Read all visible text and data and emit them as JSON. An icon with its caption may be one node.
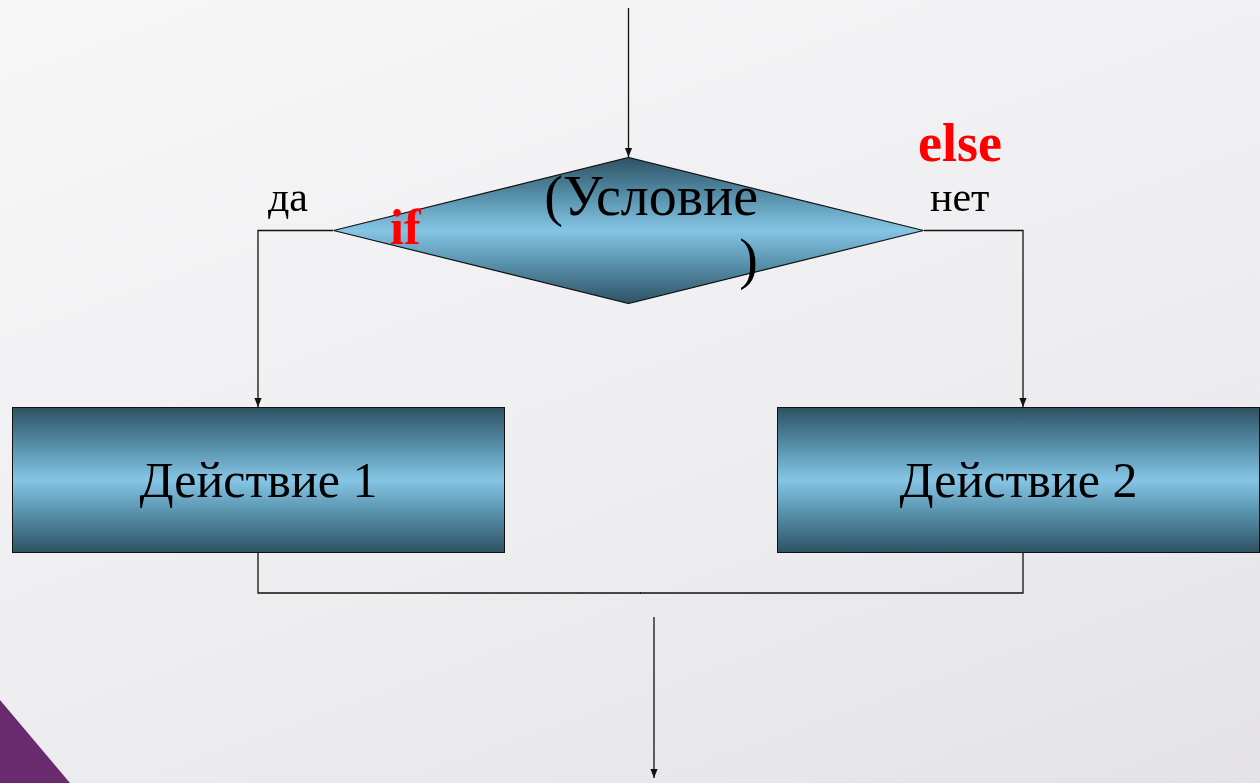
{
  "diagram": {
    "nodes": [
      {
        "text": [
          "(Условие )"
        ]
      },
      {
        "text": [
          "Действие 1"
        ]
      },
      {
        "text": [
          "Действие 2"
        ]
      }
    ],
    "edges": [
      {
        "from": null,
        "to": 0,
        "arrow": "to"
      },
      {
        "from": 0,
        "to": 1,
        "arrow": "to",
        "label": "да"
      },
      {
        "from": 0,
        "to": 2,
        "arrow": "to",
        "label": "нет"
      },
      {
        "from": 1,
        "to": null,
        "arrow": "none"
      },
      {
        "from": 2,
        "to": null,
        "arrow": "none"
      }
    ],
    "labels": [
      "else",
      "if"
    ]
  }
}
